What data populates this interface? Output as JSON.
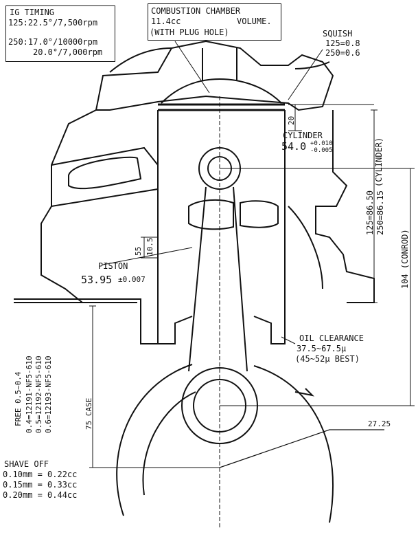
{
  "ig_timing": {
    "title": "IG TIMING",
    "line1": "125:22.5°/7,500rpm",
    "line2": "250:17.0°/10000rpm",
    "line3": "20.0°/7,000rpm"
  },
  "combustion": {
    "line1": "COMBUSTION CHAMBER",
    "line2_left": "11.4cc",
    "line2_right": "VOLUME.",
    "line3": "(WITH PLUG HOLE)"
  },
  "squish": {
    "title": "SQUISH",
    "line1": "125=0.8",
    "line2": "250=0.6"
  },
  "dim_top": "20",
  "cylinder": {
    "title": "CYLINDER",
    "value": "54.0",
    "tol_plus": "+0.010",
    "tol_minus": "-0.005"
  },
  "cylinder_vertical": "(CYLINDER)",
  "cyl_height": {
    "line1": "125=86.50",
    "line2": "250=86.15"
  },
  "conrod": "104 (CONROD)",
  "dim_55": "55",
  "dim_105": "10.5",
  "piston": {
    "title": "PISTON",
    "value": "53.95",
    "tol": "±0.007"
  },
  "oil": {
    "title": "OIL CLEARANCE",
    "line1": "37.5~67.5µ",
    "line2": "(45~52µ BEST)"
  },
  "free": {
    "title": "FREE 0.5~0.4",
    "line1": "0.4=12191-NF5-610",
    "line2": "0.5=12192-NF5-610",
    "line3": "0.6=12193-NF5-610"
  },
  "case": "75 CASE",
  "radius": "27.25",
  "shave": {
    "title": "SHAVE OFF",
    "line1": "0.10mm = 0.22cc",
    "line2": "0.15mm = 0.33cc",
    "line3": "0.20mm = 0.44cc"
  }
}
